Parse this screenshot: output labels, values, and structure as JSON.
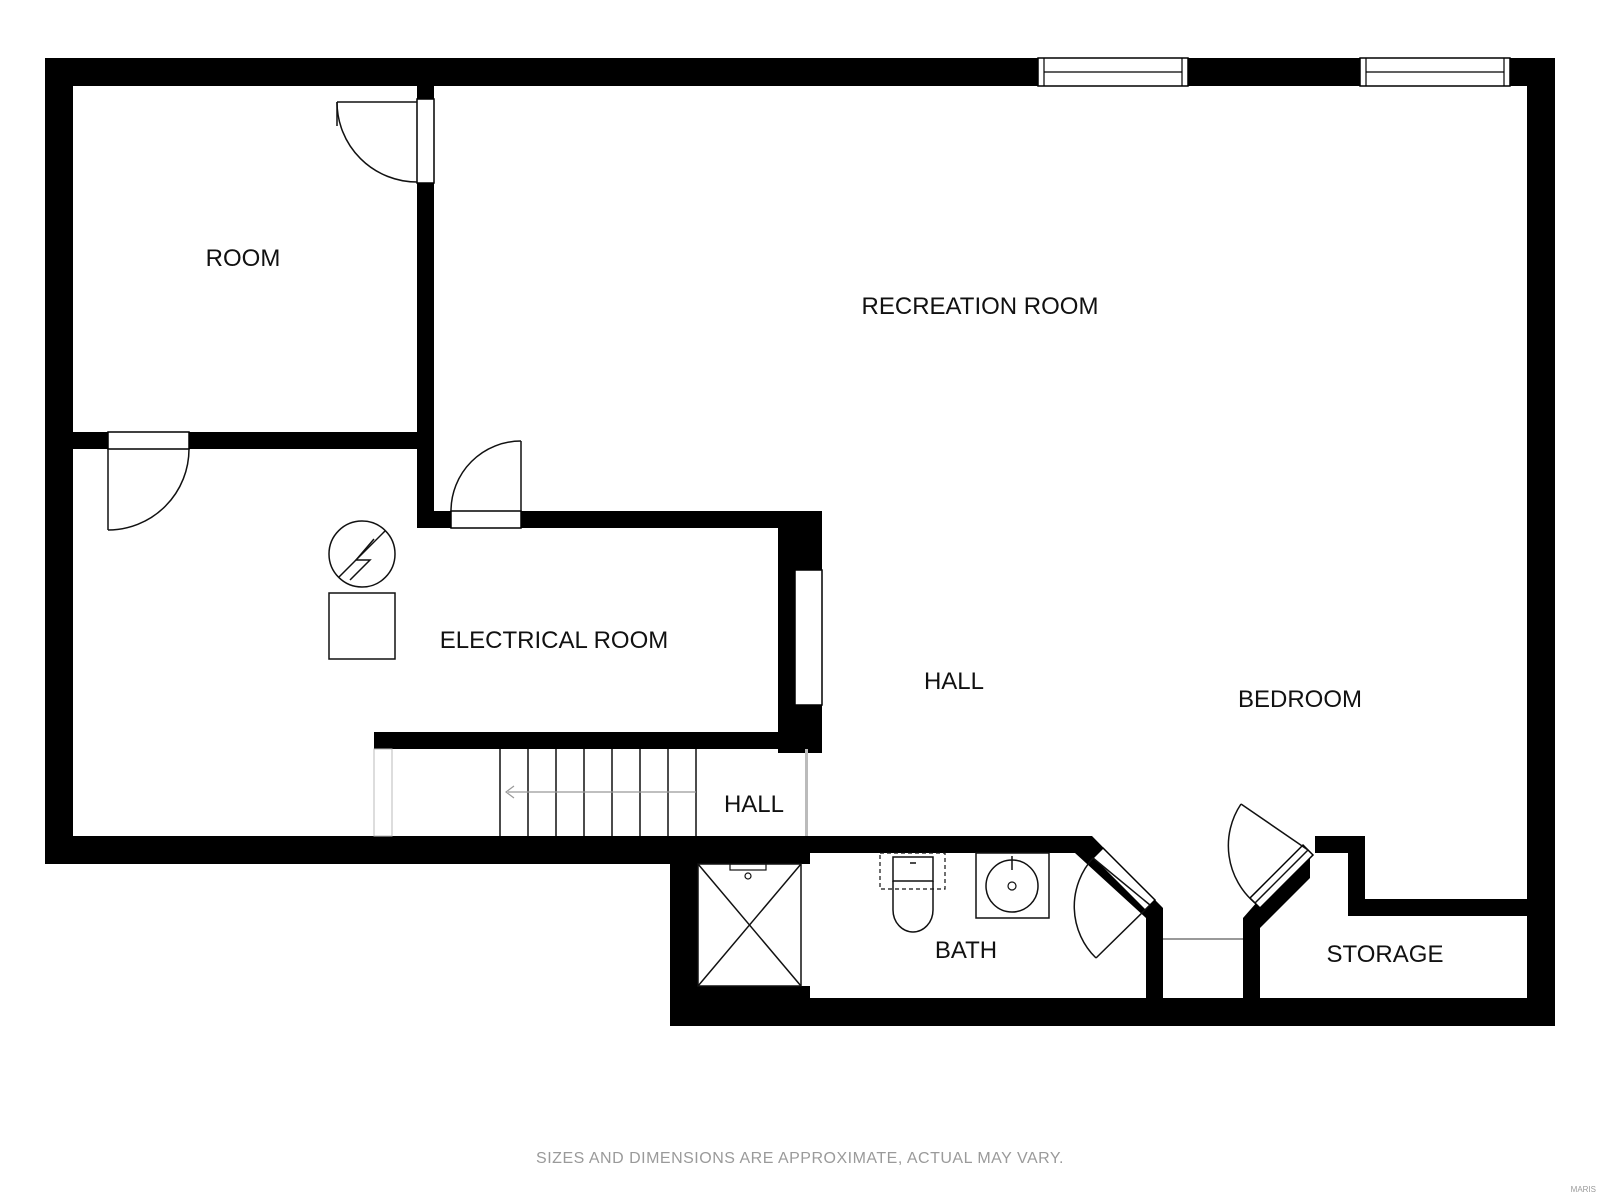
{
  "rooms": {
    "room": "ROOM",
    "recreation_room": "RECREATION ROOM",
    "electrical_room": "ELECTRICAL ROOM",
    "hall_main": "HALL",
    "bedroom": "BEDROOM",
    "hall_small": "HALL",
    "bath": "BATH",
    "storage": "STORAGE"
  },
  "footer": {
    "disclaimer": "SIZES AND DIMENSIONS ARE APPROXIMATE, ACTUAL MAY VARY.",
    "watermark": "MARIS"
  },
  "colors": {
    "wall": "#000000",
    "background": "#ffffff",
    "footer_text": "#9a9a9a"
  },
  "icons": [
    "electrical-panel-icon",
    "utility-box-icon",
    "toilet-icon",
    "sink-icon",
    "shower-icon",
    "stairs-icon",
    "door-swing-icon",
    "window-icon"
  ]
}
